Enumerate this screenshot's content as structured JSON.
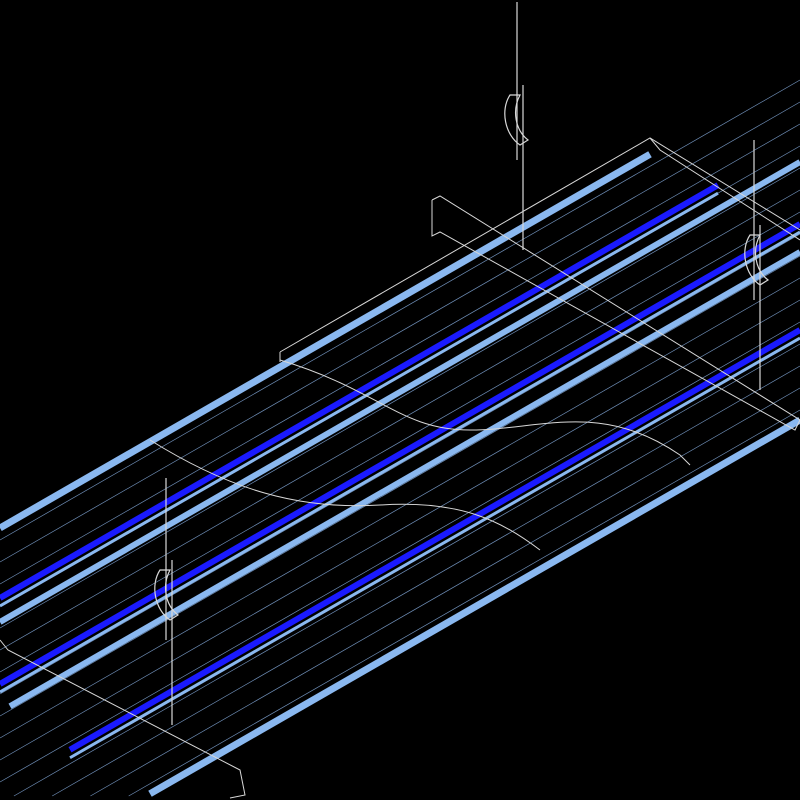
{
  "drawing": {
    "background_color": "#000000",
    "colors": {
      "light_panel": "#8ab8f0",
      "blue_channel": "#1a1aff",
      "line_work": "#d8d8d8",
      "thin_line": "#6f8fb8"
    },
    "elements": [
      "ceiling-panels",
      "carrier-channel",
      "hanger-rods",
      "section-cut-curve"
    ]
  }
}
